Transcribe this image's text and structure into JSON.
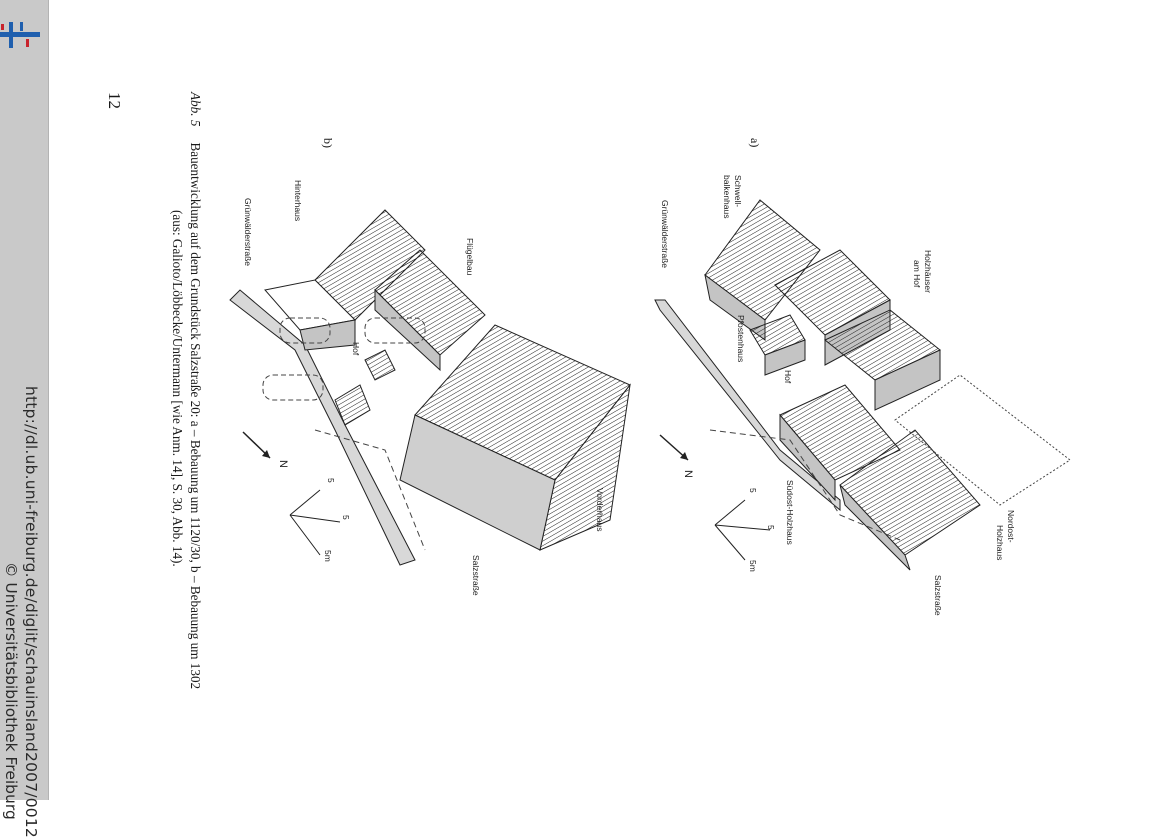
{
  "sidebar": {
    "url": "http://dl.ub.uni-freiburg.de/diglit/schauinsland2007/0012",
    "copyright": "© Universitätsbibliothek Freiburg",
    "colors": {
      "logo_blue": "#1f5fae",
      "logo_red": "#c8232c"
    }
  },
  "page": {
    "page_number": "12",
    "caption": {
      "label": "Abb. 5",
      "line1": "Bauentwicklung auf dem Grundstück Salzstraße 20: a – Bebauung um 1120/30, b – Bebauung um 1302",
      "line2": "(aus: Galioto/Löbbecke/Untermann [wie Anm. 14], S. 30, Abb. 14)."
    }
  },
  "figure_a": {
    "panel_label": "a)",
    "labels": {
      "gruenwalder": "Grünwälderstraße",
      "schwell1": "Schwell-",
      "schwell2": "balkenhaus",
      "holz1": "Holzhäuser",
      "holz2": "am Hof",
      "pfosten": "Pfostenhaus",
      "hof": "Hof",
      "suedost": "Südost-Holzhaus",
      "nordost1": "Nordost-",
      "nordost2": "Holzhaus",
      "salz": "Salzstraße",
      "north": "N",
      "scale_5a": "5",
      "scale_5b": "5",
      "scale_5m": "5m"
    }
  },
  "figure_b": {
    "panel_label": "b)",
    "labels": {
      "gruenwalder": "Grünwälderstraße",
      "hinter": "Hinterhaus",
      "fluegel": "Flügelbau",
      "hof": "Hof",
      "vorder": "Vorderhaus",
      "salz": "Salzstraße",
      "north": "N",
      "scale_5a": "5",
      "scale_5b": "5",
      "scale_5m": "5m"
    }
  }
}
